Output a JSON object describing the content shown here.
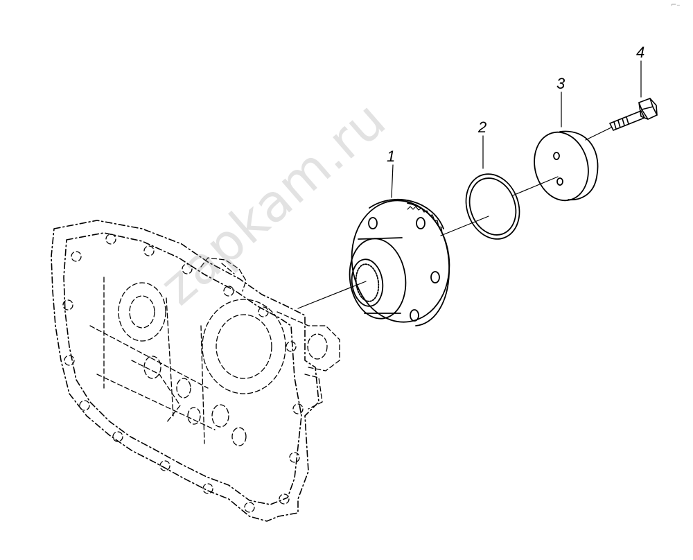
{
  "callouts": {
    "part1": "1",
    "part2": "2",
    "part3": "3",
    "part4": "4"
  },
  "watermark": "zapkam.ru",
  "corner_mark": "⌐–",
  "colors": {
    "line": "#000000",
    "watermark": "#969696",
    "background": "#ffffff"
  }
}
